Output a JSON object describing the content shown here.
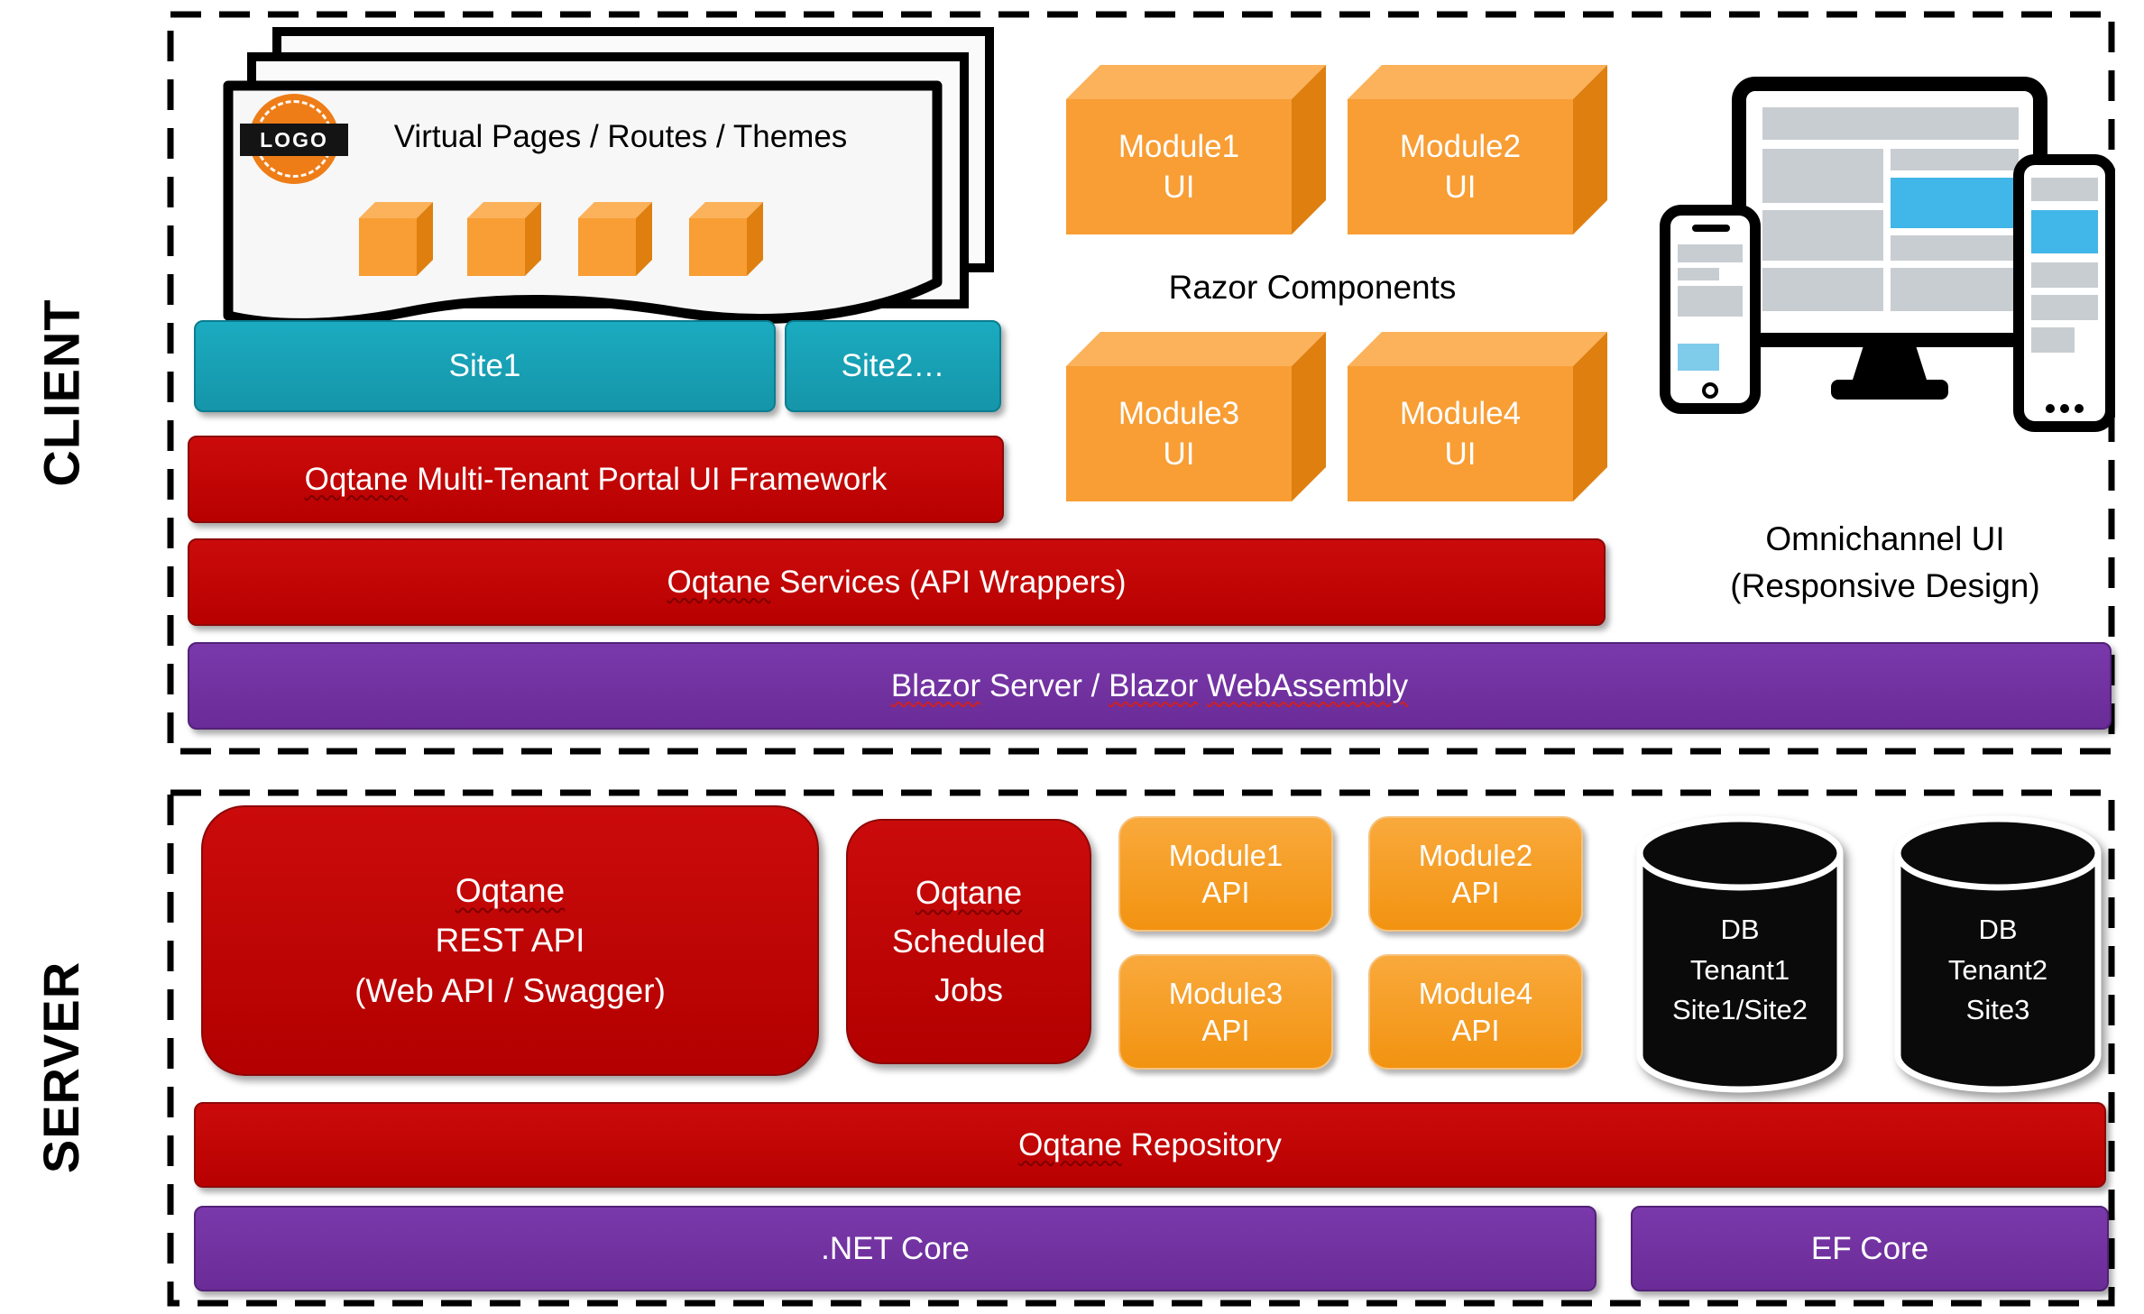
{
  "colors": {
    "red": "#C00000",
    "teal": "#18A0B5",
    "purple": "#7030A0",
    "orange_front": "#F89E35",
    "orange_top": "#FBB25B",
    "orange_side": "#DF7F10",
    "accent_blue": "#41B6E8",
    "db_black": "#0A0A0A"
  },
  "client": {
    "section_label": "CLIENT",
    "virtual_pages": {
      "logo": "LOGO",
      "title": "Virtual Pages / Routes / Themes"
    },
    "sites": [
      {
        "label": "Site1"
      },
      {
        "label": "Site2…"
      }
    ],
    "portal_bar": {
      "u": "Oqtane",
      "rest": " Multi-Tenant Portal UI Framework"
    },
    "services_bar": {
      "u": "Oqtane",
      "rest": " Services (API Wrappers)"
    },
    "blazor_bar": {
      "p1": "Blazor",
      "p2": " Server / ",
      "p3": "Blazor",
      "p4": "WebAssembly"
    },
    "razor_label": "Razor Components",
    "modules_ui": [
      {
        "line1": "Module1",
        "line2": "UI"
      },
      {
        "line1": "Module2",
        "line2": "UI"
      },
      {
        "line1": "Module3",
        "line2": "UI"
      },
      {
        "line1": "Module4",
        "line2": "UI"
      }
    ],
    "omnichannel": {
      "line1": "Omnichannel UI",
      "line2": "(Responsive Design)"
    }
  },
  "server": {
    "section_label": "SERVER",
    "rest_api": {
      "l1": "Oqtane",
      "l2": "REST API",
      "l3": "(Web API / Swagger)"
    },
    "scheduled_jobs": {
      "l1": "Oqtane",
      "l2": "Scheduled",
      "l3": "Jobs"
    },
    "modules_api": [
      {
        "line1": "Module1",
        "line2": "API"
      },
      {
        "line1": "Module2",
        "line2": "API"
      },
      {
        "line1": "Module3",
        "line2": "API"
      },
      {
        "line1": "Module4",
        "line2": "API"
      }
    ],
    "databases": [
      {
        "l1": "DB",
        "l2": "Tenant1",
        "l3": "Site1/Site2"
      },
      {
        "l1": "DB",
        "l2": "Tenant2",
        "l3": "Site3"
      }
    ],
    "repository_bar": {
      "u": "Oqtane",
      "rest": " Repository"
    },
    "dotnet_bar": ".NET Core",
    "efcore_bar": "EF Core"
  }
}
